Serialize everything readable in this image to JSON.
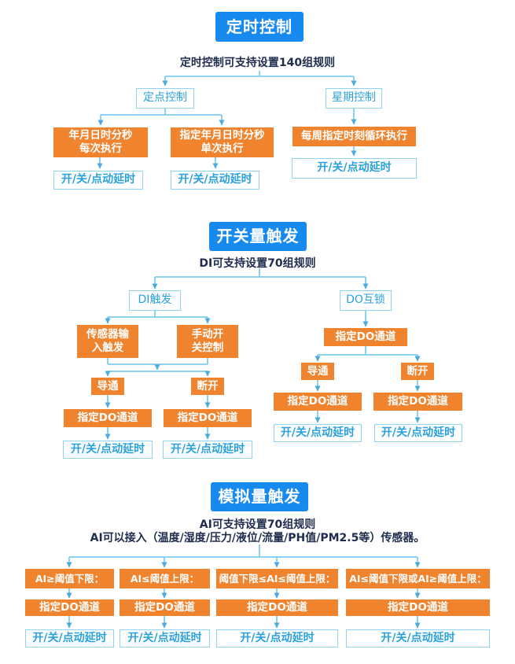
{
  "colors": {
    "primary_blue": "#178af0",
    "accent_orange": "#f0832d",
    "connector_line": "#7fccee",
    "arrowhead": "#4aabdf",
    "outline_border": "#8fd4f2",
    "outline_text": "#2aa1dc",
    "dark_text": "#1e2c4e"
  },
  "common": {
    "delay_label": "开/关/点动延时",
    "do_channel_label": "指定DO通道",
    "on_label": "导通",
    "off_label": "断开"
  },
  "timing": {
    "title": "定时控制",
    "subtitle": "定时控制可支持设置140组规则",
    "fixed_point_label": "定点控制",
    "weekly_label": "星期控制",
    "every_exec_label": "年月日时分秒\n每次执行",
    "single_exec_label": "指定年月日时分秒\n单次执行",
    "weekly_exec_label": "每周指定时刻循环执行"
  },
  "switch_trigger": {
    "title": "开关量触发",
    "subtitle": "DI可支持设置70组规则",
    "di_trigger_label": "DI触发",
    "do_interlock_label": "DO互锁",
    "sensor_input_label": "传感器输\n入触发",
    "manual_switch_label": "手动开\n关控制"
  },
  "analog_trigger": {
    "title": "模拟量触发",
    "subtitle_line1": "AI可支持设置70组规则",
    "subtitle_line2": "AI可以接入（温度/湿度/压力/液位/流量/PH值/PM2.5等）传感器。",
    "conditions": [
      "AI≥阈值下限：",
      "AI≤阈值上限：",
      "阈值下限≤AI≤阈值上限：",
      "AI≤阈值下限或AI≥阈值上限："
    ]
  }
}
